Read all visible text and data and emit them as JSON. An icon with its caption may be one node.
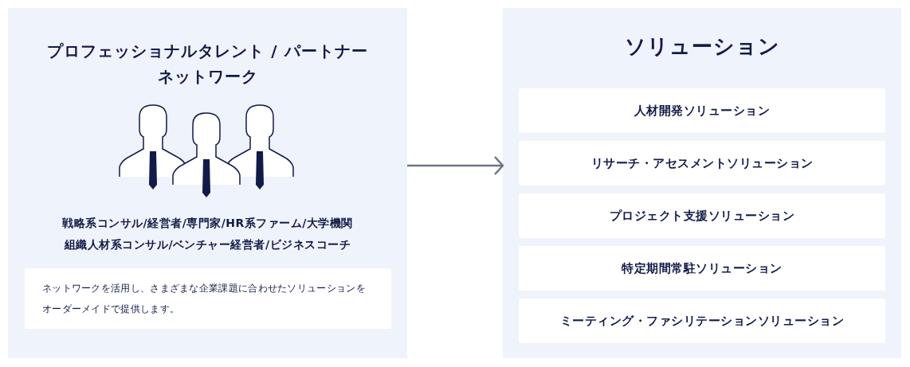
{
  "diagram": {
    "nodes": [
      {
        "text": [
          "プロフェッショナルタレント / パートナーネットワーク",
          "戦略系コンサル/経営者/専門家/HR系ファーム/大学機関",
          "組織人材系コンサル/ベンチャー経営者/ビジネスコーチ"
        ]
      },
      {
        "text": [
          "ネットワークを活用し、さまざまな企業課題に合わせたソリューションをオーダーメイドで提供します。"
        ],
        "in": 0
      },
      {
        "text": [
          "ソリューション"
        ]
      },
      {
        "text": [
          "人材開発ソリューション"
        ],
        "in": 2
      },
      {
        "text": [
          "リサーチ・アセスメントソリューション"
        ],
        "in": 2
      },
      {
        "text": [
          "プロジェクト支援ソリューション"
        ],
        "in": 2
      },
      {
        "text": [
          "特定期間常駐ソリューション"
        ],
        "in": 2
      },
      {
        "text": [
          "ミーティング・ファシリテーションソリューション"
        ],
        "in": 2
      }
    ],
    "edges": [
      {
        "from": 0,
        "to": 2,
        "arrow": "to"
      }
    ]
  }
}
